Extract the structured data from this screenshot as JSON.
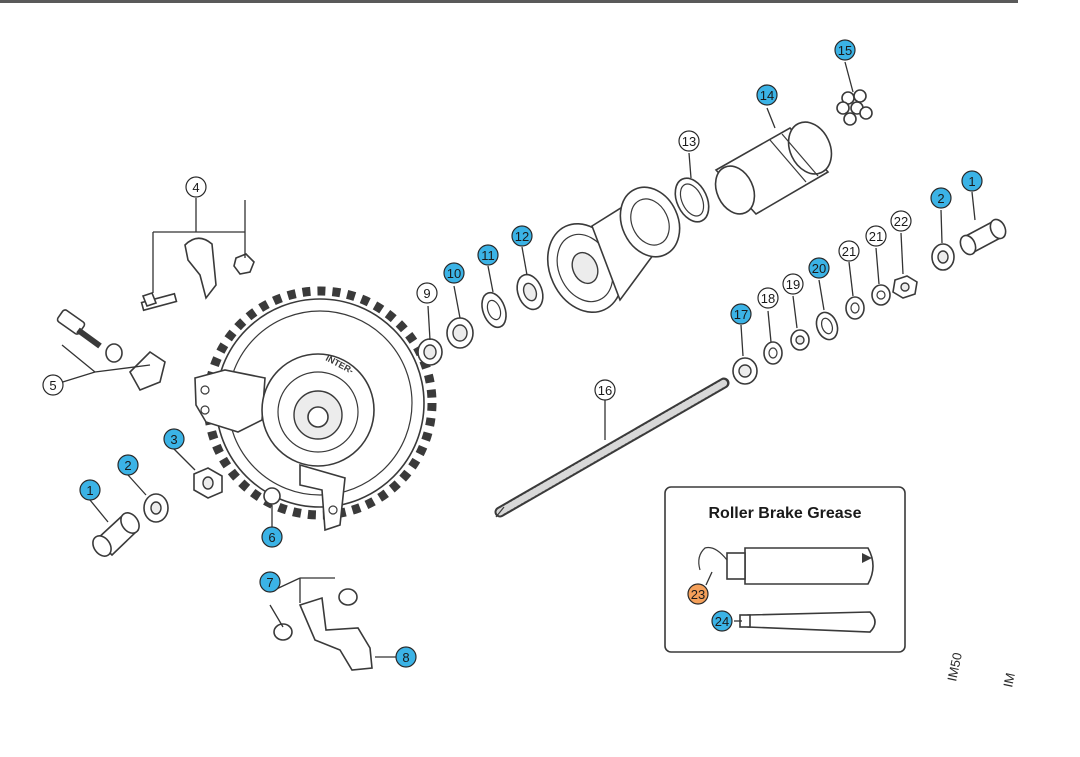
{
  "inset": {
    "title": "Roller Brake Grease"
  },
  "hub_marking": "INTER-",
  "model_codes": [
    "IM50",
    "IM"
  ],
  "colors": {
    "blue_callout": "#3bb3e6",
    "orange_callout": "#f5a05a",
    "white_callout": "#ffffff",
    "line": "#3a3a3a"
  },
  "callouts": [
    {
      "id": "c-1-left",
      "label": "1",
      "color": "blue"
    },
    {
      "id": "c-2-left",
      "label": "2",
      "color": "blue"
    },
    {
      "id": "c-3",
      "label": "3",
      "color": "blue"
    },
    {
      "id": "c-4",
      "label": "4",
      "color": "white"
    },
    {
      "id": "c-5",
      "label": "5",
      "color": "white"
    },
    {
      "id": "c-6",
      "label": "6",
      "color": "blue"
    },
    {
      "id": "c-7",
      "label": "7",
      "color": "blue"
    },
    {
      "id": "c-8",
      "label": "8",
      "color": "blue"
    },
    {
      "id": "c-9",
      "label": "9",
      "color": "white"
    },
    {
      "id": "c-10",
      "label": "10",
      "color": "blue"
    },
    {
      "id": "c-11",
      "label": "11",
      "color": "blue"
    },
    {
      "id": "c-12",
      "label": "12",
      "color": "blue"
    },
    {
      "id": "c-13",
      "label": "13",
      "color": "white"
    },
    {
      "id": "c-14",
      "label": "14",
      "color": "blue"
    },
    {
      "id": "c-15",
      "label": "15",
      "color": "blue"
    },
    {
      "id": "c-16",
      "label": "16",
      "color": "white"
    },
    {
      "id": "c-17",
      "label": "17",
      "color": "blue"
    },
    {
      "id": "c-18",
      "label": "18",
      "color": "white"
    },
    {
      "id": "c-19",
      "label": "19",
      "color": "white"
    },
    {
      "id": "c-20",
      "label": "20",
      "color": "blue"
    },
    {
      "id": "c-21a",
      "label": "21",
      "color": "white"
    },
    {
      "id": "c-21b",
      "label": "21",
      "color": "white"
    },
    {
      "id": "c-22",
      "label": "22",
      "color": "white"
    },
    {
      "id": "c-2-right",
      "label": "2",
      "color": "blue"
    },
    {
      "id": "c-1-right",
      "label": "1",
      "color": "blue"
    },
    {
      "id": "c-23",
      "label": "23",
      "color": "orange"
    },
    {
      "id": "c-24",
      "label": "24",
      "color": "blue"
    }
  ]
}
